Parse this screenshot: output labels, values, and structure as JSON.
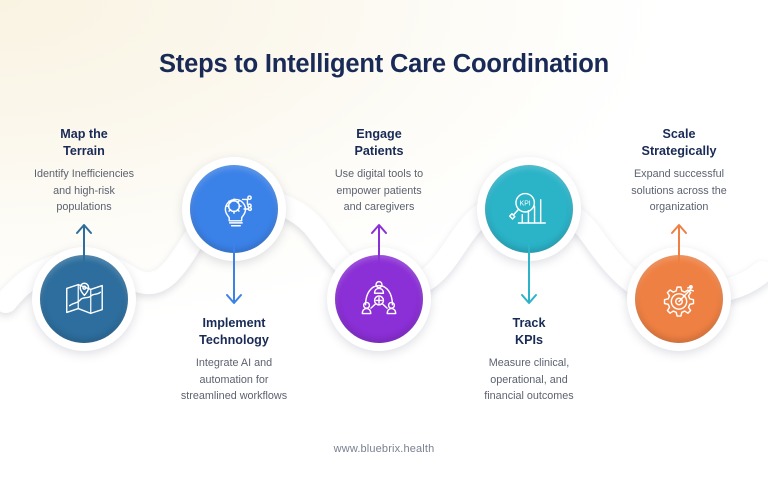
{
  "page": {
    "title": "Steps to Intelligent Care Coordination",
    "footer": "www.bluebrix.health",
    "background_color": "#fbf7ec",
    "title_color": "#192a56"
  },
  "steps": [
    {
      "index": "1",
      "heading": "Map the\nTerrain",
      "description": "Identify Inefficiencies\nand high-risk\npopulations",
      "color": "#2d6e9e",
      "icon": "map-pin-icon",
      "position": "bottom",
      "arrow": "arrow-up"
    },
    {
      "index": "2",
      "heading": "Implement\nTechnology",
      "description": "Integrate AI and\nautomation for\nstreamlined workflows",
      "color": "#3b82e8",
      "icon": "lightbulb-gear-icon",
      "position": "top",
      "arrow": "arrow-down"
    },
    {
      "index": "3",
      "heading": "Engage\nPatients",
      "description": "Use digital tools to\nempower patients\nand caregivers",
      "color": "#8b2fd6",
      "icon": "people-network-health-icon",
      "position": "bottom",
      "arrow": "arrow-up"
    },
    {
      "index": "4",
      "heading": "Track\nKPIs",
      "description": "Measure clinical,\noperational, and\nfinancial outcomes",
      "color": "#2bb3c8",
      "icon": "kpi-magnifier-chart-icon",
      "position": "top",
      "arrow": "arrow-down"
    },
    {
      "index": "5",
      "heading": "Scale\nStrategically",
      "description": "Expand successful\nsolutions across the\norganization",
      "color": "#ef8043",
      "icon": "gear-target-icon",
      "position": "bottom",
      "arrow": "arrow-up"
    }
  ]
}
